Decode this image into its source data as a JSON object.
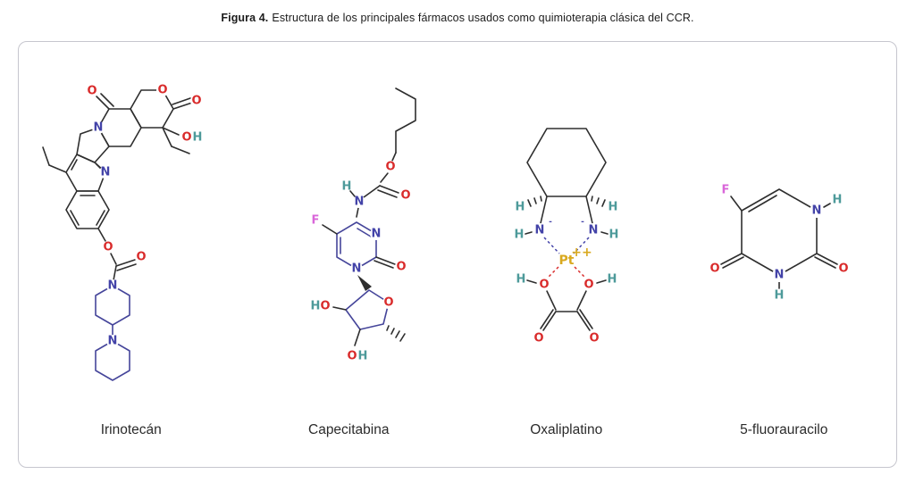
{
  "caption": {
    "prefix": "Figura 4.",
    "body": "Estructura de los principales fármacos usados como quimioterapia clásica del CCR."
  },
  "molecules": [
    {
      "name": "Irinotecán"
    },
    {
      "name": "Capecitabina"
    },
    {
      "name": "Oxaliplatino"
    },
    {
      "name": "5-fluorauracilo"
    }
  ],
  "atoms": {
    "oxygen": "O",
    "nitrogen": "N",
    "hydrogen": "H",
    "fluorine": "F",
    "platinum": "Pt",
    "platinum_charge": "++",
    "amine_charge": "-"
  },
  "colors": {
    "oxygen": "#d92b2b",
    "nitrogen": "#4343a8",
    "hydrogen": "#4d9a9a",
    "fluorine": "#d966d9",
    "platinum": "#d9a91f",
    "bond": "#2e2e2e",
    "bond_accent": "#45459a",
    "box_border": "#c6c6ce"
  }
}
